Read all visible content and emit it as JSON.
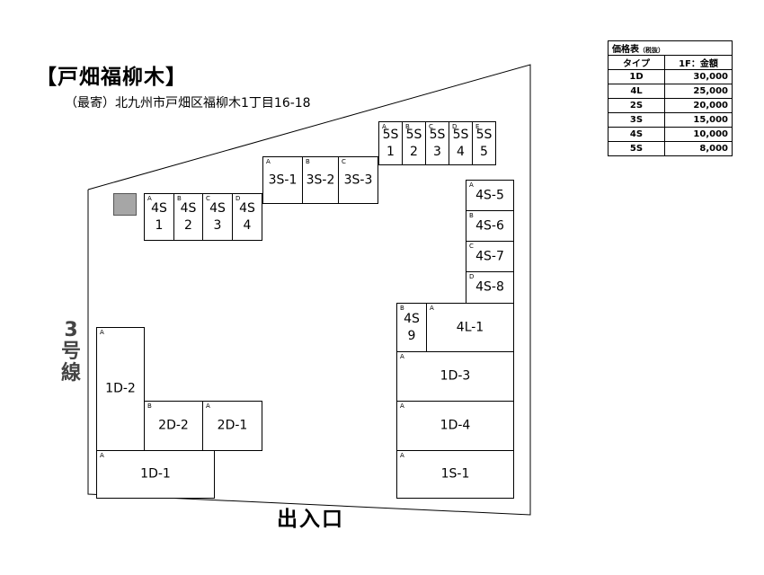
{
  "title": "【戸畑福柳木】",
  "address": "（最寄）北九州市戸畑区福柳木1丁目16-18",
  "road_label": [
    "3",
    "号",
    "線"
  ],
  "entrance_label": "出入口",
  "price_table": {
    "title": "価格表",
    "note": "（税抜）",
    "col_type": "タイプ",
    "col_price": "1F：金額",
    "rows": [
      {
        "type": "1D",
        "price": "30,000"
      },
      {
        "type": "4L",
        "price": "25,000"
      },
      {
        "type": "2S",
        "price": "20,000"
      },
      {
        "type": "3S",
        "price": "15,000"
      },
      {
        "type": "4S",
        "price": "10,000"
      },
      {
        "type": "5S",
        "price": "8,000"
      }
    ]
  },
  "units": {
    "u5s1": {
      "letter": "A",
      "name": "5S\n1"
    },
    "u5s2": {
      "letter": "B",
      "name": "5S\n2"
    },
    "u5s3": {
      "letter": "C",
      "name": "5S\n3"
    },
    "u5s4": {
      "letter": "D",
      "name": "5S\n4"
    },
    "u5s5": {
      "letter": "E",
      "name": "5S\n5"
    },
    "u3s1": {
      "letter": "A",
      "name": "3S-1"
    },
    "u3s2": {
      "letter": "B",
      "name": "3S-2"
    },
    "u3s3": {
      "letter": "C",
      "name": "3S-3"
    },
    "u4s1": {
      "letter": "A",
      "name": "4S\n1"
    },
    "u4s2": {
      "letter": "B",
      "name": "4S\n2"
    },
    "u4s3": {
      "letter": "C",
      "name": "4S\n3"
    },
    "u4s4": {
      "letter": "D",
      "name": "4S\n4"
    },
    "u4s5": {
      "letter": "A",
      "name": "4S-5"
    },
    "u4s6": {
      "letter": "B",
      "name": "4S-6"
    },
    "u4s7": {
      "letter": "C",
      "name": "4S-7"
    },
    "u4s8": {
      "letter": "D",
      "name": "4S-8"
    },
    "u4s9": {
      "letter": "B",
      "name": "4S\n9"
    },
    "u4l1": {
      "letter": "A",
      "name": "4L-1"
    },
    "u1d3": {
      "letter": "A",
      "name": "1D-3"
    },
    "u1d4": {
      "letter": "A",
      "name": "1D-4"
    },
    "u1s1": {
      "letter": "A",
      "name": "1S-1"
    },
    "u1d2": {
      "letter": "A",
      "name": "1D-2"
    },
    "u2d2": {
      "letter": "B",
      "name": "2D-2"
    },
    "u2d1": {
      "letter": "A",
      "name": "2D-1"
    },
    "u1d1": {
      "letter": "A",
      "name": "1D-1"
    }
  }
}
